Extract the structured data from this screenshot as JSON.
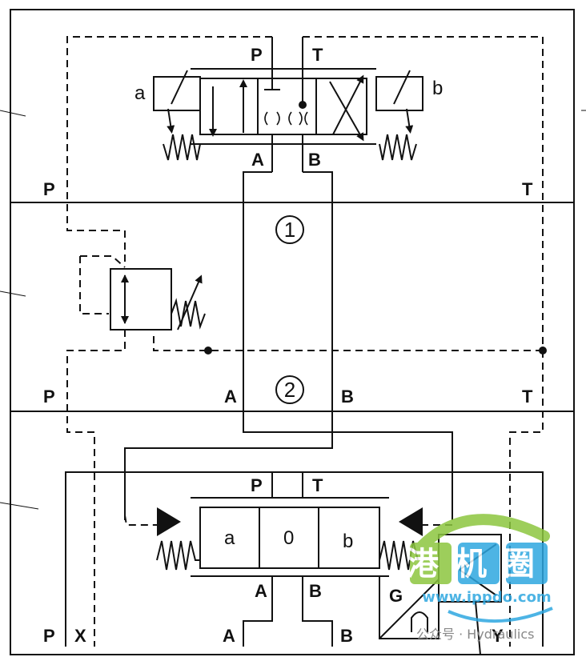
{
  "pilot_valve": {
    "port_p": "P",
    "port_t": "T",
    "port_a": "A",
    "port_b": "B",
    "solenoid_a": "a",
    "solenoid_b": "b"
  },
  "layers": {
    "top_p": "P",
    "top_t": "T",
    "middle_p": "P",
    "middle_a": "A",
    "middle_b": "B",
    "middle_t": "T",
    "circle_1": "1",
    "circle_2": "2"
  },
  "main_valve": {
    "port_p": "P",
    "port_t": "T",
    "port_a": "A",
    "port_b": "B",
    "spool_a": "a",
    "spool_0": "0",
    "spool_b": "b",
    "port_g": "G"
  },
  "bottom_ports": {
    "p": "P",
    "x": "X",
    "a": "A",
    "b": "B",
    "y": "Y"
  },
  "watermark": {
    "logo_text": "港机圈",
    "url": "www.ippdo.com",
    "wechat_label": "公众号 · Hydraulics"
  },
  "colors": {
    "line": "#111111",
    "watermark_green": "#8cc63f",
    "watermark_blue": "#2ea7e0"
  }
}
